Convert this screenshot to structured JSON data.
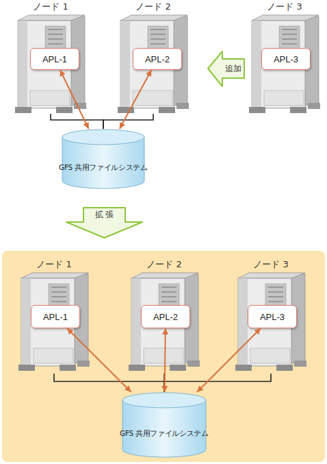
{
  "diagram": {
    "nodes": [
      {
        "text": [
          "ノード 1"
        ]
      },
      {
        "text": [
          "APL-1"
        ],
        "in": 0
      },
      {
        "text": [
          "ノード 2"
        ]
      },
      {
        "text": [
          "APL-2"
        ],
        "in": 2
      },
      {
        "text": [
          "ノード 3"
        ]
      },
      {
        "text": [
          "APL-3"
        ],
        "in": 4
      },
      {
        "text": [
          "追加"
        ]
      },
      {
        "text": [
          "GFS 共用ファイルシステム"
        ]
      },
      {
        "text": [
          "拡 張"
        ]
      },
      {
        "text": [
          "ノード 1"
        ]
      },
      {
        "text": [
          "APL-1"
        ],
        "in": 9
      },
      {
        "text": [
          "ノード 2"
        ]
      },
      {
        "text": [
          "APL-2"
        ],
        "in": 11
      },
      {
        "text": [
          "ノード 3"
        ]
      },
      {
        "text": [
          "APL-3"
        ],
        "in": 13
      },
      {
        "text": [
          "GFS 共用ファイルシステム"
        ]
      }
    ],
    "edges": [
      {
        "from": 0,
        "to": 7,
        "arrow": "none"
      },
      {
        "from": 2,
        "to": 7,
        "arrow": "none"
      },
      {
        "from": 1,
        "to": 7,
        "arrow": "both"
      },
      {
        "from": 3,
        "to": 7,
        "arrow": "both"
      },
      {
        "from": 9,
        "to": 15,
        "arrow": "none"
      },
      {
        "from": 11,
        "to": 15,
        "arrow": "none"
      },
      {
        "from": 13,
        "to": 15,
        "arrow": "none"
      },
      {
        "from": 10,
        "to": 15,
        "arrow": "both"
      },
      {
        "from": 12,
        "to": 15,
        "arrow": "both"
      },
      {
        "from": 14,
        "to": 15,
        "arrow": "both"
      }
    ]
  }
}
